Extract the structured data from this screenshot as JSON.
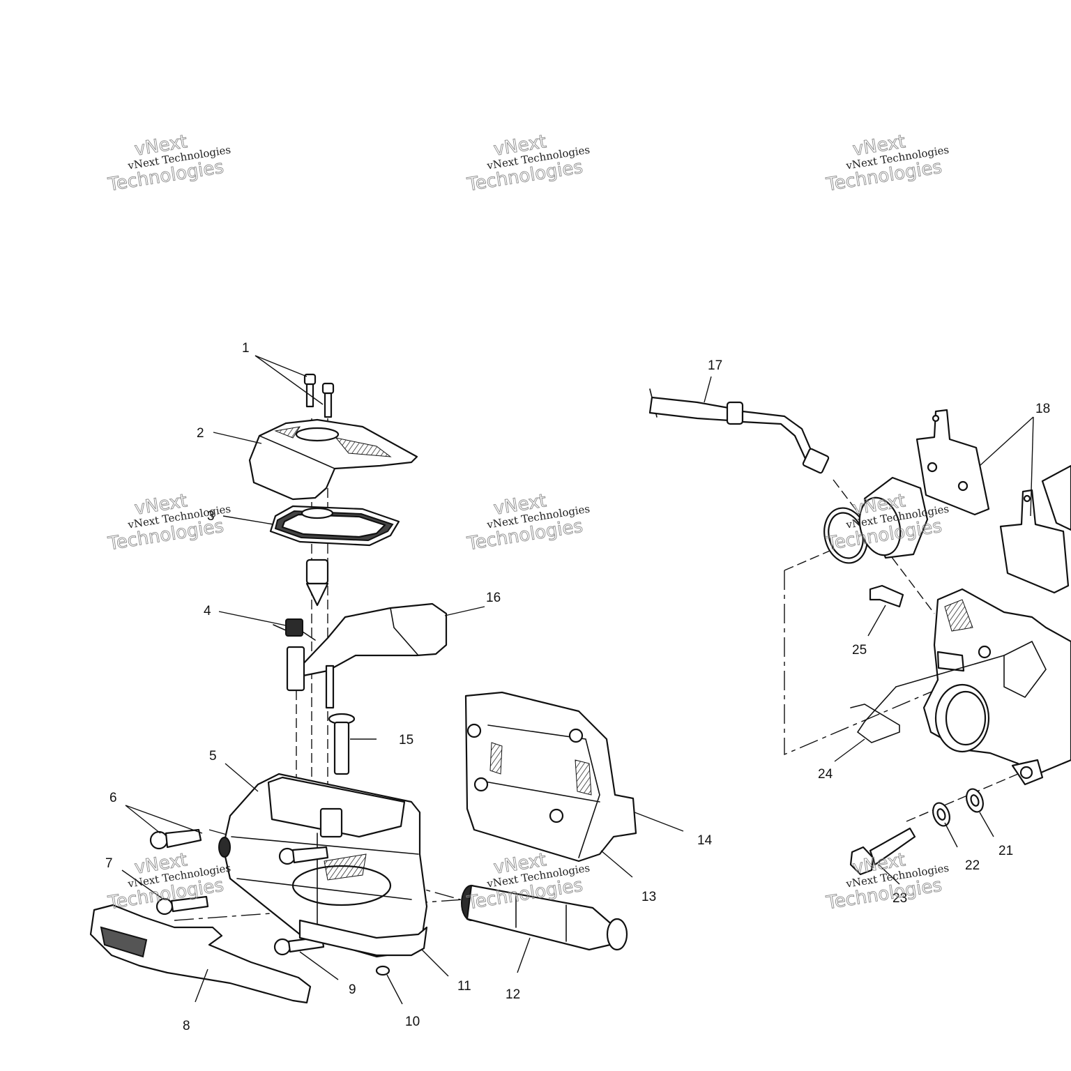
{
  "watermark": {
    "line1": "vNext Technologies",
    "line2": "vNext",
    "line3": "Technologies"
  },
  "callouts": [
    "1",
    "2",
    "3",
    "4",
    "5",
    "6",
    "7",
    "8",
    "9",
    "10",
    "11",
    "12",
    "13",
    "14",
    "15",
    "16",
    "17",
    "18",
    "21",
    "22",
    "23",
    "24",
    "25"
  ]
}
